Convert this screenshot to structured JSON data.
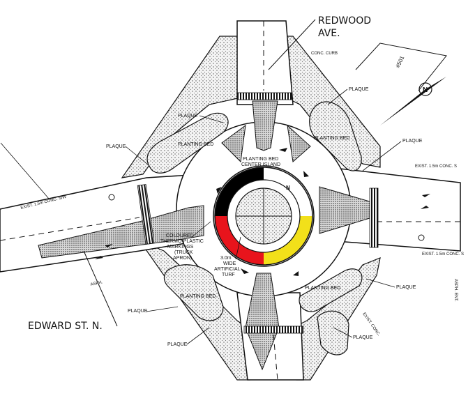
{
  "streets": {
    "north": [
      "REDWOOD",
      "AVE."
    ],
    "west": "EDWARD ST. N."
  },
  "labels": {
    "plaque": "PLAQUE",
    "planting_bed": "PLANTING BED",
    "center_island": [
      "PLANTING BED",
      "CENTER ISLAND"
    ],
    "apron": [
      "COLOURED",
      "THERMO-PLASTIC",
      "MARKINGS",
      "(TRUCK",
      "APRON)"
    ],
    "turf": [
      "3.0m",
      "WIDE",
      "ARTIFICIAL",
      "TURF"
    ],
    "conc_curb": "CONC. CURB",
    "address": "#501",
    "exist_conc_west": "EXIST. 1.5m CONC. S/W",
    "exist_conc_east": "EXIST. 1.5m CONC. S",
    "asph": "ASPH.",
    "asph_ent": "ASPH. ENT.",
    "exist_conc_south": "EXIST. CONC.",
    "north_arrow": "N",
    "medicine_wheel_n": "N"
  },
  "colors": {
    "quadrant_ne": "#ffffff",
    "quadrant_nw": "#000000",
    "quadrant_sw": "#e8141c",
    "quadrant_se": "#f2e01a",
    "line": "#111111"
  }
}
